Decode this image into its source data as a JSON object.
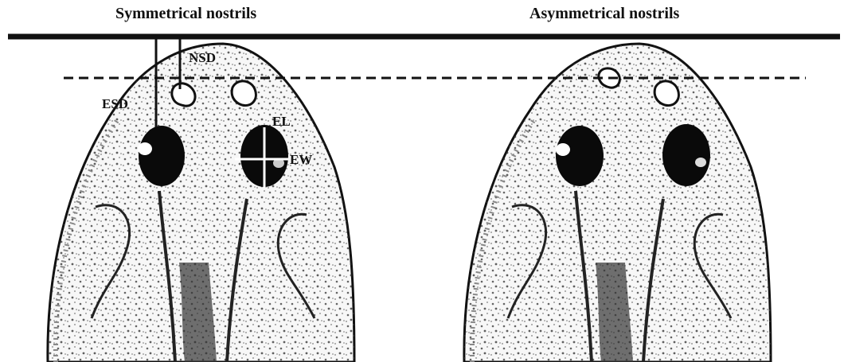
{
  "panels": [
    {
      "title": "Symmetrical nostrils",
      "measurements": [
        "NSD",
        "ESD",
        "EL",
        "EW"
      ]
    },
    {
      "title": "Asymmetrical nostrils",
      "measurements": []
    }
  ],
  "colors": {
    "ink": "#111111",
    "speckle": "#333333",
    "eye": "#0a0a0a",
    "marker": "#ffffff",
    "background": "#ffffff"
  }
}
